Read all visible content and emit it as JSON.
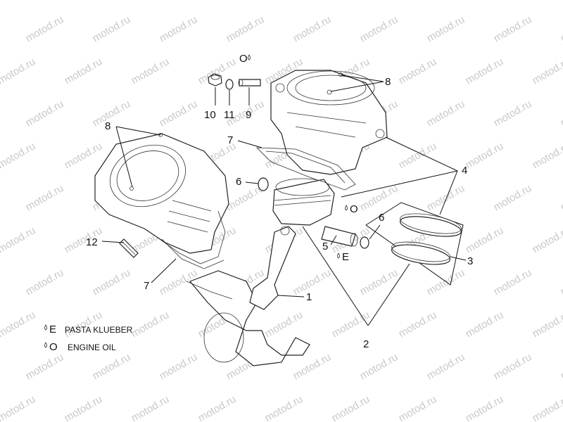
{
  "watermark": {
    "text": "motod.ru",
    "color": "#c9c9c9"
  },
  "callouts": [
    {
      "id": "1",
      "text": "1"
    },
    {
      "id": "2",
      "text": "2"
    },
    {
      "id": "3",
      "text": "3"
    },
    {
      "id": "4",
      "text": "4"
    },
    {
      "id": "5",
      "text": "5"
    },
    {
      "id": "6a",
      "text": "6"
    },
    {
      "id": "6b",
      "text": "6"
    },
    {
      "id": "7a",
      "text": "7"
    },
    {
      "id": "7b",
      "text": "7"
    },
    {
      "id": "8a",
      "text": "8"
    },
    {
      "id": "8b",
      "text": "8"
    },
    {
      "id": "9",
      "text": "9"
    },
    {
      "id": "10",
      "text": "10"
    },
    {
      "id": "11",
      "text": "11"
    },
    {
      "id": "12",
      "text": "12"
    }
  ],
  "symbols": {
    "oil_top": "O",
    "oil_mid": "O",
    "klueber_mid": "E"
  },
  "legend": [
    {
      "symbol": "E",
      "label": "PASTA KLUEBER",
      "icon": "drop-icon"
    },
    {
      "symbol": "O",
      "label": "ENGINE OIL",
      "icon": "drop-icon"
    }
  ]
}
